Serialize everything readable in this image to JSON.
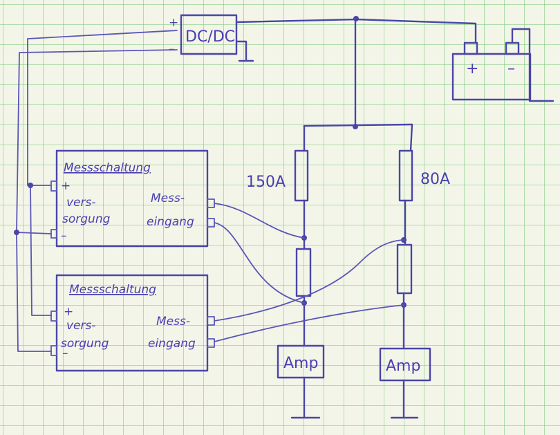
{
  "diagram": {
    "dcdc_label": "DC/DC",
    "dcdc_plus": "+",
    "dcdc_minus": "–",
    "battery_plus": "+",
    "battery_minus": "–",
    "fuse1_label": "150A",
    "fuse2_label": "80A",
    "amp_label": "Amp",
    "module_title": "Messschaltung",
    "module_supply_line1": "vers-",
    "module_supply_line2": "sorgung",
    "module_meas_line1": "Mess-",
    "module_meas_line2": "eingang",
    "module_plus": "+",
    "module_minus": "–"
  },
  "colors": {
    "ink": "#4a45a8",
    "grid": "#78c878",
    "paper": "#f3f5e8"
  }
}
